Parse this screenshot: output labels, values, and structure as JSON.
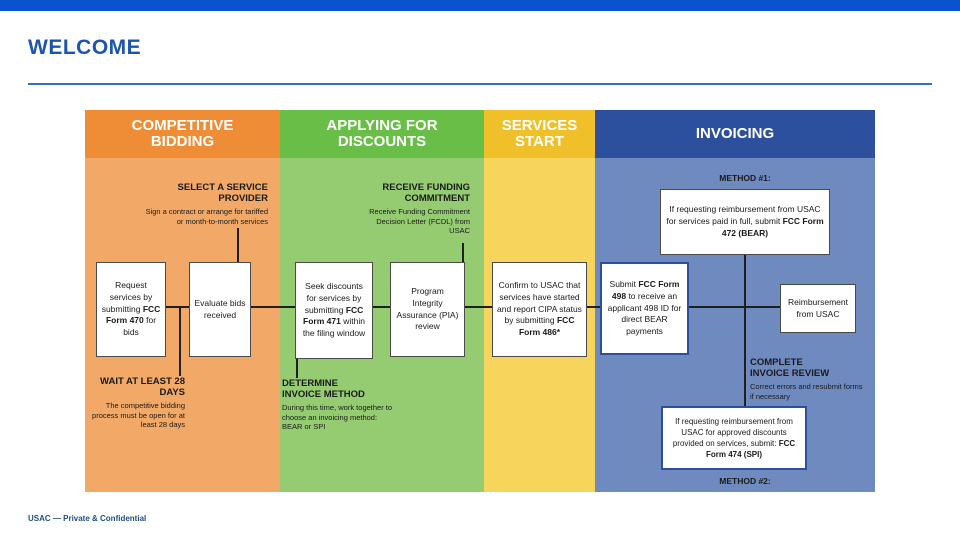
{
  "colors": {
    "top_bar": "#0a52d0",
    "title_blue": "#1d55ae",
    "divider": "#2e74b5",
    "col1_header": "#ee8d35",
    "col1_body": "#f2a968",
    "col2_header": "#69be48",
    "col2_body": "#95cc72",
    "col3_header": "#efc02a",
    "col3_body": "#f7d45c",
    "col4_header": "#2c4f9e",
    "col4_body": "#6f8abf",
    "footer_text": "#1f4e85"
  },
  "page": {
    "title": "WELCOME"
  },
  "footer": {
    "label": "USAC — Private & Confidential"
  },
  "diagram": {
    "col1": {
      "title": "COMPETITIVE\nBIDDING",
      "select_provider": {
        "title": "SELECT A SERVICE PROVIDER",
        "subtitle": "Sign a contract or arrange for tariffed or month-to-month services"
      },
      "box_470": {
        "pre": "Request services by submitting ",
        "form": "FCC Form 470",
        "post": " for bids"
      },
      "box_evaluate": "Evaluate bids received",
      "wait_28": {
        "title": "WAIT AT LEAST 28 DAYS",
        "subtitle": "The competitive bidding process must be open for at least 28 days"
      }
    },
    "col2": {
      "title": "APPLYING FOR\nDISCOUNTS",
      "receive_funding": {
        "title": "RECEIVE FUNDING\nCOMMITMENT",
        "subtitle": "Receive Funding Commitment Decision Letter (FCDL) from USAC"
      },
      "box_471": {
        "pre": "Seek discounts for services by submitting ",
        "form": "FCC Form 471",
        "post": " within the filing window"
      },
      "box_pia": "Program Integrity Assurance (PIA) review",
      "determine_invoice": {
        "title": "DETERMINE\nINVOICE METHOD",
        "subtitle": "During this time, work together to choose an invoicing method: BEAR or SPI"
      }
    },
    "col3": {
      "title": "SERVICES\nSTART",
      "box_486": {
        "pre": "Confirm to USAC that services have started and report CIPA status by submitting ",
        "form": "FCC Form 486*"
      }
    },
    "col4": {
      "title": "INVOICING",
      "method1_label": "METHOD #1:",
      "box_472": {
        "pre": "If requesting reimbursement from USAC for services paid in full, submit ",
        "form": "FCC Form 472 (BEAR)"
      },
      "box_498": {
        "pre": "Submit ",
        "form": "FCC Form 498",
        "post": " to receive an applicant 498 ID for direct BEAR payments"
      },
      "box_reimbursement": "Reimbursement from USAC",
      "complete_review": {
        "title": "COMPLETE\nINVOICE REVIEW",
        "subtitle": "Correct errors and resubmit forms if necessary"
      },
      "box_474": {
        "pre": "If requesting reimbursement from USAC for approved discounts provided on services, submit: ",
        "form": "FCC Form 474 (SPI)"
      },
      "method2_label": "METHOD #2:"
    }
  }
}
